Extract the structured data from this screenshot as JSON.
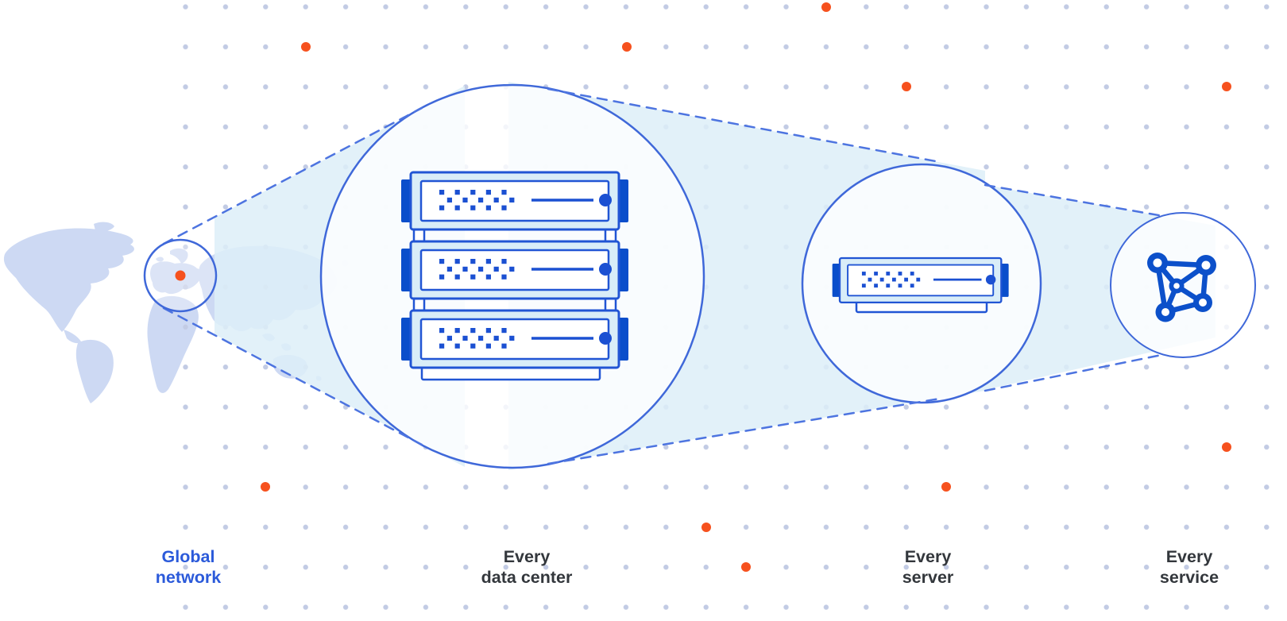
{
  "labels": {
    "global_network": {
      "line1": "Global",
      "line2": "network"
    },
    "every_data_center": {
      "line1": "Every",
      "line2": "data center"
    },
    "every_server": {
      "line1": "Every",
      "line2": "server"
    },
    "every_service": {
      "line1": "Every",
      "line2": "service"
    }
  },
  "colors": {
    "page-bg": "#ffffff",
    "label-dark": "#33373c",
    "label-blue": "#2b5ada",
    "dot-gray": "#c2cbe4",
    "accent-orange": "#f6511e",
    "map-fill": "#cdd9f3",
    "beam-fill": "#ddeff8",
    "circle-stroke": "#3f68d9",
    "dash-blue": "#4d74e0",
    "server-border": "#2155d4",
    "server-dark": "#0a4ecb",
    "server-pale": "#d9edf8",
    "server-ink": "#1b50d2",
    "mesh-blue": "#0c50ca"
  },
  "icons": {
    "map": "world-map",
    "globe": "globe-highlight-circle-icon",
    "datacenter": "server-rack-icon",
    "server": "server-unit-icon",
    "service": "mesh-network-icon",
    "background": "dot-grid-pattern",
    "accents": "orange-dot-markers"
  }
}
